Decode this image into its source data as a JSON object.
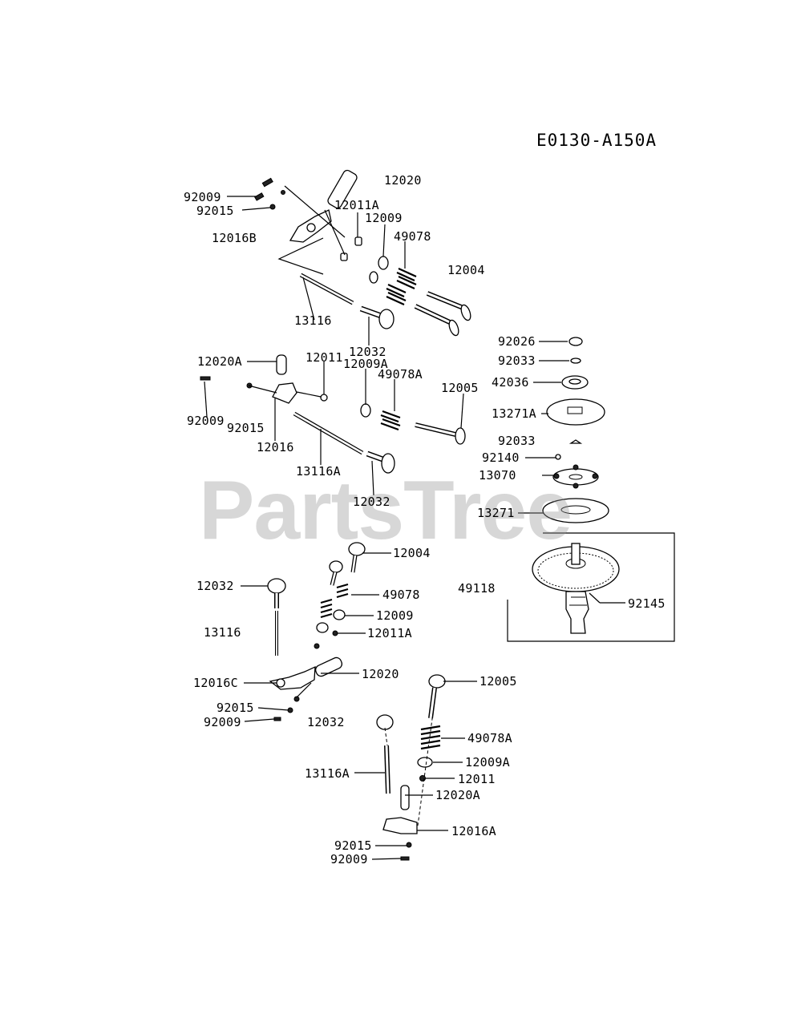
{
  "diagram_code": "E0130-A150A",
  "watermark": "PartsTree",
  "labels": {
    "l12020_top": "12020",
    "l92009_a": "92009",
    "l12011A_a": "12011A",
    "l92015_a": "92015",
    "l12009_a": "12009",
    "l49078_a": "49078",
    "l12016B": "12016B",
    "l12004_a": "12004",
    "l13116_a": "13116",
    "l12032_a": "12032",
    "l12009A_a": "12009A",
    "l12020A_a": "12020A",
    "l12011_a": "12011",
    "l49078A_a": "49078A",
    "l12005_a": "12005",
    "l92026": "92026",
    "l92033_a": "92033",
    "l42036": "42036",
    "l13271A": "13271A",
    "l92009_b": "92009",
    "l92015_b": "92015",
    "l12016": "12016",
    "l13116A_a": "13116A",
    "l92033_b": "92033",
    "l92140": "92140",
    "l13070": "13070",
    "l12032_b": "12032",
    "l13271": "13271",
    "l12004_b": "12004",
    "l12032_c": "12032",
    "l49078_b": "49078",
    "l49118": "49118",
    "l92145": "92145",
    "l13116_b": "13116",
    "l12009_b": "12009",
    "l12011A_b": "12011A",
    "l12020_b": "12020",
    "l12016C": "12016C",
    "l12005_b": "12005",
    "l92015_c": "92015",
    "l12032_d": "12032",
    "l92009_c": "92009",
    "l49078A_b": "49078A",
    "l12009A_b": "12009A",
    "l13116A_b": "13116A",
    "l12011_b": "12011",
    "l12020A_b": "12020A",
    "l12016A": "12016A",
    "l92015_d": "92015",
    "l92009_d": "92009"
  }
}
